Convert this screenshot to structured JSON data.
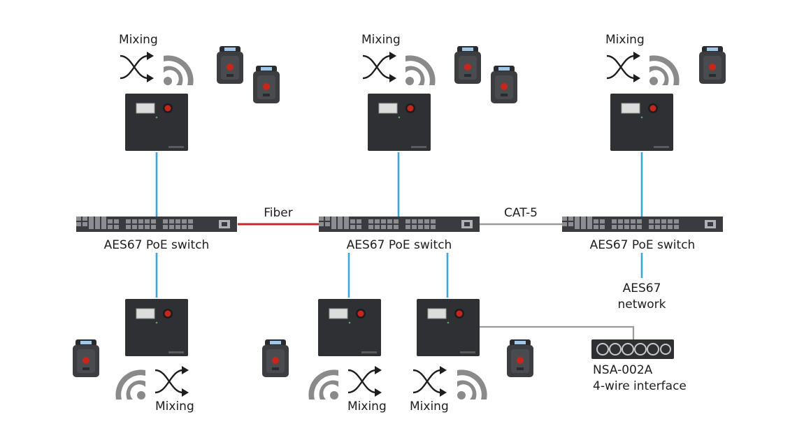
{
  "labels": {
    "mixing": "Mixing",
    "switch": "AES67 PoE switch",
    "fiber": "Fiber",
    "cat5": "CAT-5",
    "aes67_line1": "AES67",
    "aes67_line2": "network",
    "nsa_line1": "NSA-002A",
    "nsa_line2": "4-wire interface"
  },
  "colors": {
    "ethernet_link": "#3aa7dc",
    "fiber_link": "#c8262e",
    "cat5_link": "#9a9a9a",
    "device_body": "#2f3033",
    "knob": "#c8261b"
  },
  "icons": [
    "mixing-crossover-icon",
    "wireless-signal-icon",
    "beltpack-icon",
    "base-station-icon",
    "switch-icon",
    "interface-icon"
  ]
}
